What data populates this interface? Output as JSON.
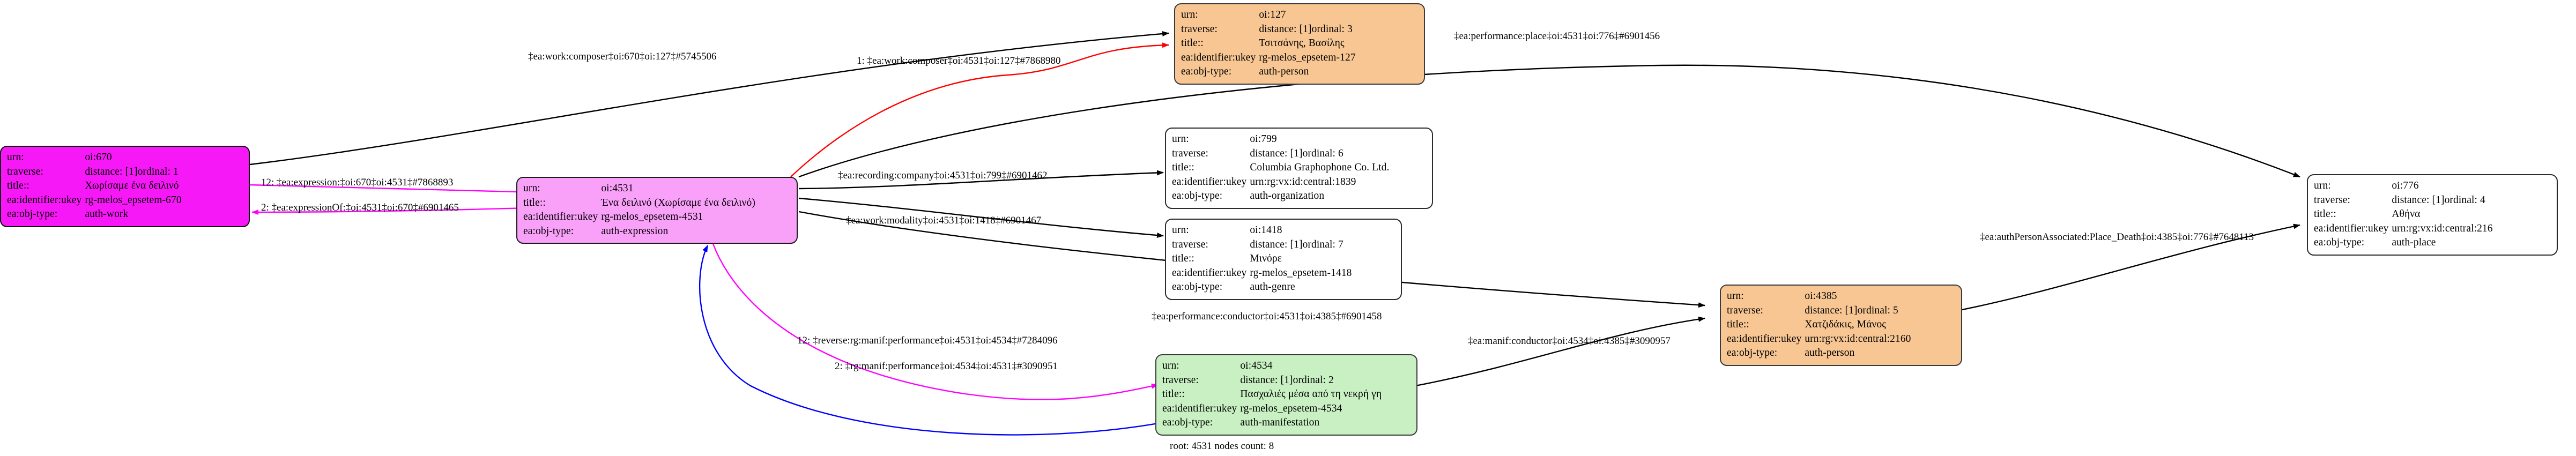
{
  "graph": {
    "footer": "root: 4531 nodes count: 8",
    "field_keys": {
      "urn": "urn:",
      "traverse": "traverse:",
      "title": "title::",
      "ukey": "ea:identifier:ukey",
      "objtype": "ea:obj-type:"
    },
    "colors": {
      "node_magenta": "#f618f6",
      "node_violet": "#f9a0f9",
      "node_orange": "#f8c693",
      "node_green": "#c8f0c2",
      "node_white": "#ffffff",
      "highlight_green": "#00e800",
      "edge_black": "#000000",
      "edge_red": "#ff0000",
      "edge_magenta": "#ff00ff",
      "edge_blue": "#0000ff"
    },
    "nodes": [
      {
        "id": "oi670",
        "urn": "oi:670",
        "traverse_distance": "distance: [1]",
        "traverse_ordinal": "ordinal: 1",
        "title": "Χωρίσαμε ένα δειλινό",
        "ukey": "rg-melos_epsetem-670",
        "objtype": "auth-work",
        "color": "magenta"
      },
      {
        "id": "oi4531",
        "urn": "oi:4531",
        "traverse_distance": "",
        "traverse_ordinal": "",
        "title": "Ένα δειλινό (Χωρίσαμε ένα δειλινό)",
        "ukey": "rg-melos_epsetem-4531",
        "objtype": "auth-expression",
        "color": "violet",
        "root": true
      },
      {
        "id": "oi127",
        "urn": "oi:127",
        "traverse_distance": "distance: [1]",
        "traverse_ordinal": "ordinal: 3",
        "title": "Τσιτσάνης, Βασίλης",
        "ukey": "rg-melos_epsetem-127",
        "objtype": "auth-person",
        "color": "orange"
      },
      {
        "id": "oi799",
        "urn": "oi:799",
        "traverse_distance": "distance: [1]",
        "traverse_ordinal": "ordinal: 6",
        "title": "Columbia Graphophone Co. Ltd.",
        "ukey": "urn:rg:vx:id:central:1839",
        "objtype": "auth-organization",
        "color": "white"
      },
      {
        "id": "oi1418",
        "urn": "oi:1418",
        "traverse_distance": "distance: [1]",
        "traverse_ordinal": "ordinal: 7",
        "title": "Μινόρε",
        "ukey": "rg-melos_epsetem-1418",
        "objtype": "auth-genre",
        "color": "white"
      },
      {
        "id": "oi4534",
        "urn": "oi:4534",
        "traverse_distance": "distance: [1]",
        "traverse_ordinal": "ordinal: 2",
        "title": "Πασχαλιές μέσα από τη νεκρή γη",
        "ukey": "rg-melos_epsetem-4534",
        "objtype": "auth-manifestation",
        "color": "green"
      },
      {
        "id": "oi4385",
        "urn": "oi:4385",
        "traverse_distance": "distance: [1]",
        "traverse_ordinal": "ordinal: 5",
        "title": "Χατζιδάκις, Μάνος",
        "ukey": "urn:rg:vx:id:central:2160",
        "objtype": "auth-person",
        "color": "orange"
      },
      {
        "id": "oi776",
        "urn": "oi:776",
        "traverse_distance": "distance: [1]",
        "traverse_ordinal": "ordinal: 4",
        "title": "Αθήνα",
        "ukey": "urn:rg:vx:id:central:216",
        "objtype": "auth-place",
        "color": "white"
      }
    ],
    "edges": [
      {
        "id": "e-composer-670-127",
        "label": "‡ea:work:composer‡oi:670‡oi:127‡#5745506",
        "color": "#000000"
      },
      {
        "id": "e-composer-4531-127",
        "label": "1: ‡ea:work:composer‡oi:4531‡oi:127‡#7868980",
        "color": "#ff0000"
      },
      {
        "id": "e-expression-670-4531",
        "label": "12: ‡ea:expression:‡oi:670‡oi:4531‡#7868893",
        "color": "#ff00ff"
      },
      {
        "id": "e-expressionof-4531-670",
        "label": "2: ‡ea:expressionOf:‡oi:4531‡oi:670‡#6901465",
        "color": "#ff00ff"
      },
      {
        "id": "e-recording-company-4531-799",
        "label": "‡ea:recording:company‡oi:4531‡oi:799‡#6901462",
        "color": "#000000"
      },
      {
        "id": "e-work-modality-4531-1418",
        "label": "‡ea:work:modality‡oi:4531‡oi:1418‡#6901467",
        "color": "#000000"
      },
      {
        "id": "e-performance-place-4531-776",
        "label": "‡ea:performance:place‡oi:4531‡oi:776‡#6901456",
        "color": "#000000"
      },
      {
        "id": "e-performance-conductor-4531-4385",
        "label": "‡ea:performance:conductor‡oi:4531‡oi:4385‡#6901458",
        "color": "#000000"
      },
      {
        "id": "e-reverse-manif-performance-4531-4534",
        "label": "12: ‡reverse:rg:manif:performance‡oi:4531‡oi:4534‡#7284096",
        "color": "#ff00ff"
      },
      {
        "id": "e-manif-performance-4534-4531",
        "label": "2: ‡rg:manif:performance‡oi:4534‡oi:4531‡#3090951",
        "color": "#0000ff"
      },
      {
        "id": "e-manif-conductor-4534-4385",
        "label": "‡ea:manif:conductor‡oi:4534‡oi:4385‡#3090957",
        "color": "#000000"
      },
      {
        "id": "e-authperson-associated-4385-776",
        "label": "‡ea:authPersonAssociated:Place_Death‡oi:4385‡oi:776‡#7648113",
        "color": "#000000"
      }
    ]
  }
}
